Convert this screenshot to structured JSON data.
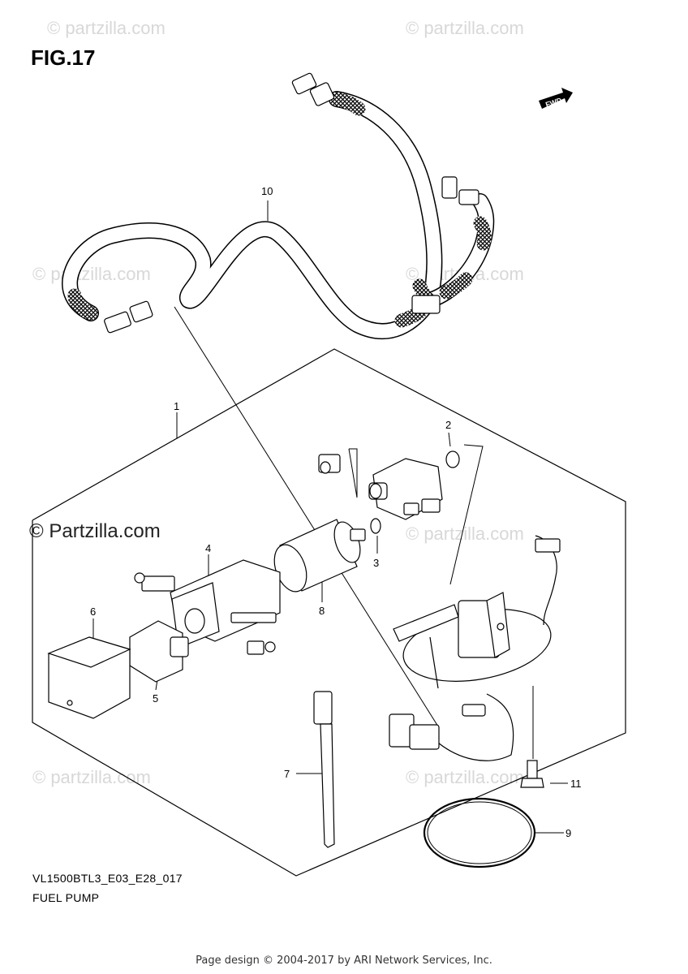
{
  "figure": {
    "title": "FIG.17",
    "code": "VL1500BTL3_E03_E28_017",
    "name": "FUEL PUMP",
    "direction_badge": "FWD"
  },
  "watermark": {
    "text": "© Partzilla.com",
    "light_text": "© partzilla.com"
  },
  "footer": {
    "text": "Page design © 2004-2017 by ARI Network Services, Inc."
  },
  "callouts": {
    "c1": "1",
    "c2": "2",
    "c3": "3",
    "c4": "4",
    "c5": "5",
    "c6": "6",
    "c7": "7",
    "c8": "8",
    "c9": "9",
    "c10": "10",
    "c11": "11"
  }
}
